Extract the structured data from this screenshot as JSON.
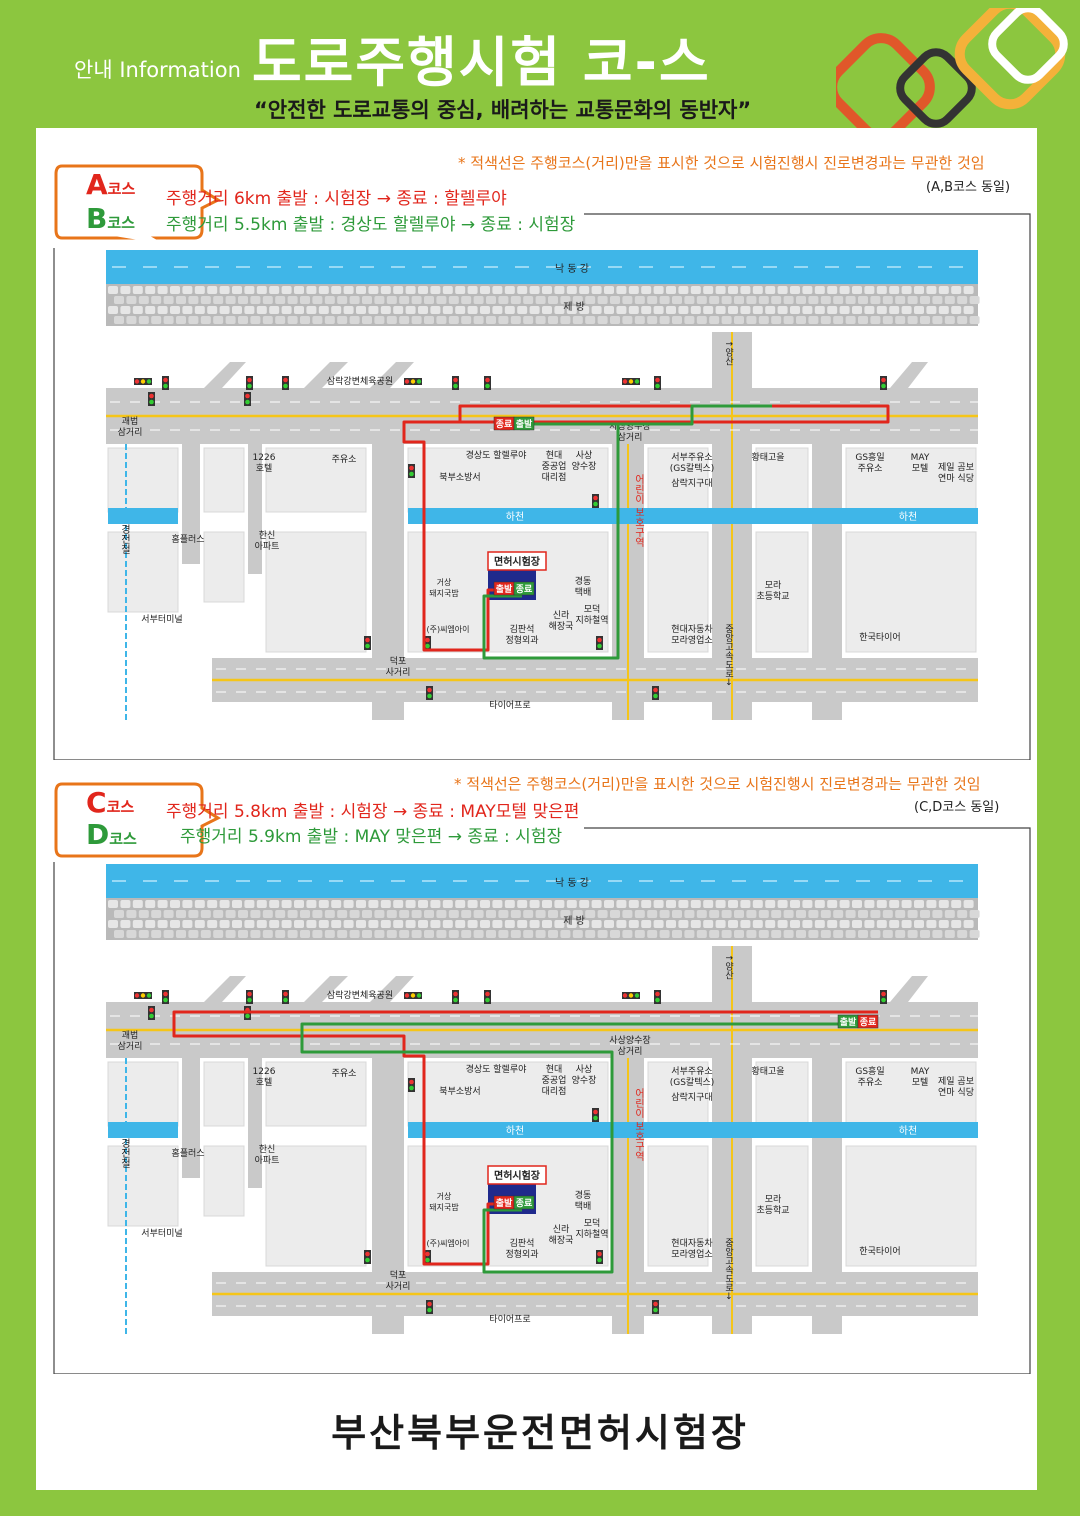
{
  "header": {
    "info_label": "안내 Information",
    "title": "도로주행시험 코-스",
    "slogan": "“안전한 도로교통의 중심, 배려하는 교통문화의 동반자”"
  },
  "section_ab": {
    "note": "* 적색선은 주행코스(거리)만을 표시한 것으로 시험진행시 진로변경과는 무관한 것임",
    "note_sub": "(A,B코스 동일)",
    "course_a_letter": "A",
    "course_a_suffix": "코스",
    "course_a_desc": "주행거리   6km 출발 : 시험장 → 종료 : 할렐루야",
    "course_b_letter": "B",
    "course_b_suffix": "코스",
    "course_b_desc": "주행거리 5.5km 출발 : 경상도 할렐루야 → 종료 : 시험장",
    "start_label": "출발",
    "end_label": "종료"
  },
  "section_cd": {
    "note": "* 적색선은 주행코스(거리)만을 표시한 것으로 시험진행시 진로변경과는 무관한 것임",
    "note_sub": "(C,D코스 동일)",
    "course_c_letter": "C",
    "course_c_suffix": "코스",
    "course_c_desc": "주행거리 5.8km 출발 : 시험장 → 종료 : MAY모텔 맞은편",
    "course_d_letter": "D",
    "course_d_suffix": "코스",
    "course_d_desc": "주행거리 5.9km 출발 : MAY 맞은편 → 종료 : 시험장",
    "start_label": "출발",
    "end_label": "종료"
  },
  "map_labels": {
    "river": "낙 동 강",
    "embankment": "제  방",
    "stadium": "삼락강변체육공원",
    "yangsan": "↑양산",
    "gwaebeop": "괘법\n삼거리",
    "sasang_pump": "사상양수장\n삼거리",
    "hotel_1226": "1226\n호텔",
    "gas_station": "주유소",
    "hallelujah": "경상도 할렐루야",
    "hyundai": "현대\n중공업\n대리점",
    "sasang_pump2": "사상\n양수장",
    "fire_station": "북부소방서",
    "seobu_gas": "서부주유소\n(GS칼텍스)",
    "police": "삼락지구대",
    "hwangtae": "황태고을",
    "gs_gas": "GS흥일\n주유소",
    "may_motel": "MAY\n모텔",
    "restaurant": "제일 곰보\n연마 식당",
    "stream": "하천",
    "homeplus": "홈플러스",
    "hansin": "한신\n아파트",
    "railway": "경\n전\n철",
    "bus_terminal": "서부터미널",
    "test_center": "면허시험장",
    "pork_soup": "거상\n돼지국밥",
    "gyeongdong": "경동\n택배",
    "school_zone": "어린이 보호구역",
    "shinra": "신라\n해장국",
    "modeok": "모덕\n지하철역",
    "mora_school": "모라\n초등학교",
    "cm_eye": "(주)씨엠아이",
    "kim_clinic": "김판석\n정형외과",
    "hyundai_car": "현대자동차\n모라영업소",
    "expressway": "중앙고속도로→",
    "hankook": "한국타이어",
    "deokpo": "덕포\n사거리",
    "tire_pro": "타이어프로"
  },
  "footer": {
    "title": "부산북부운전면허시험장"
  },
  "colors": {
    "frame_green": "#8cc63f",
    "route_red": "#e1261c",
    "route_green": "#2e9a3a",
    "river_blue": "#3fb6e8",
    "note_orange": "#e8751a",
    "road_gray": "#c9c9c9",
    "center_yellow": "#f5c518"
  }
}
